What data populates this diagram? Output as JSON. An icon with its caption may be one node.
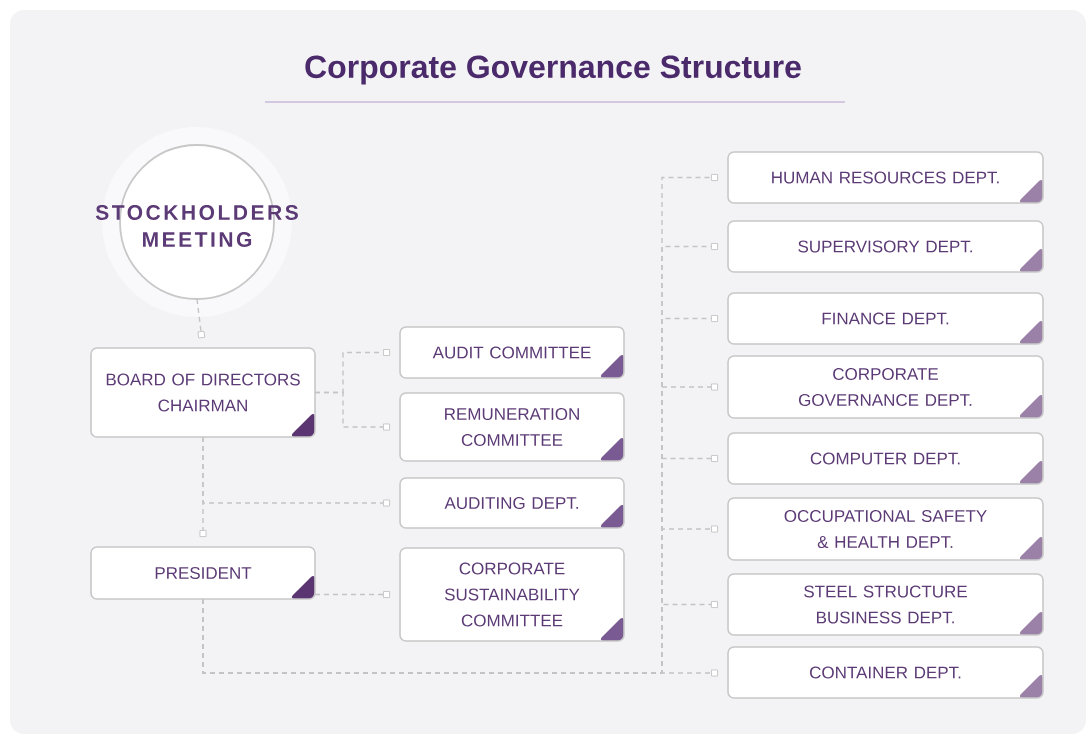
{
  "diagram": {
    "title": "Corporate Governance Structure",
    "nodes": [
      {
        "text": [
          "STOCKHOLDERS MEETING"
        ]
      },
      {
        "text": [
          "BOARD OF DIRECTORS CHAIRMAN"
        ]
      },
      {
        "text": [
          "AUDIT COMMITTEE"
        ]
      },
      {
        "text": [
          "REMUNERATION COMMITTEE"
        ]
      },
      {
        "text": [
          "AUDITING DEPT."
        ]
      },
      {
        "text": [
          "PRESIDENT"
        ]
      },
      {
        "text": [
          "CORPORATE SUSTAINABILITY COMMITTEE"
        ]
      },
      {
        "text": [
          "HUMAN RESOURCES DEPT."
        ]
      },
      {
        "text": [
          "SUPERVISORY DEPT."
        ]
      },
      {
        "text": [
          "FINANCE DEPT."
        ]
      },
      {
        "text": [
          "CORPORATE GOVERNANCE DEPT."
        ]
      },
      {
        "text": [
          "COMPUTER DEPT."
        ]
      },
      {
        "text": [
          "OCCUPATIONAL SAFETY & HEALTH DEPT."
        ]
      },
      {
        "text": [
          "STEEL STRUCTURE BUSINESS DEPT."
        ]
      },
      {
        "text": [
          "CONTAINER DEPT."
        ]
      }
    ],
    "edges": [
      {
        "from": 0,
        "to": 1,
        "arrow": "other"
      },
      {
        "from": 1,
        "to": 2,
        "arrow": "other"
      },
      {
        "from": 1,
        "to": 3,
        "arrow": "other"
      },
      {
        "from": 1,
        "to": 4,
        "arrow": "other"
      },
      {
        "from": 1,
        "to": 5,
        "arrow": "other"
      },
      {
        "from": 5,
        "to": 6,
        "arrow": "other"
      },
      {
        "from": 5,
        "to": 7,
        "arrow": "other"
      },
      {
        "from": 5,
        "to": 8,
        "arrow": "other"
      },
      {
        "from": 5,
        "to": 9,
        "arrow": "other"
      },
      {
        "from": 5,
        "to": 10,
        "arrow": "other"
      },
      {
        "from": 5,
        "to": 11,
        "arrow": "other"
      },
      {
        "from": 5,
        "to": 12,
        "arrow": "other"
      },
      {
        "from": 5,
        "to": 13,
        "arrow": "other"
      },
      {
        "from": 5,
        "to": 14,
        "arrow": "other"
      }
    ]
  }
}
